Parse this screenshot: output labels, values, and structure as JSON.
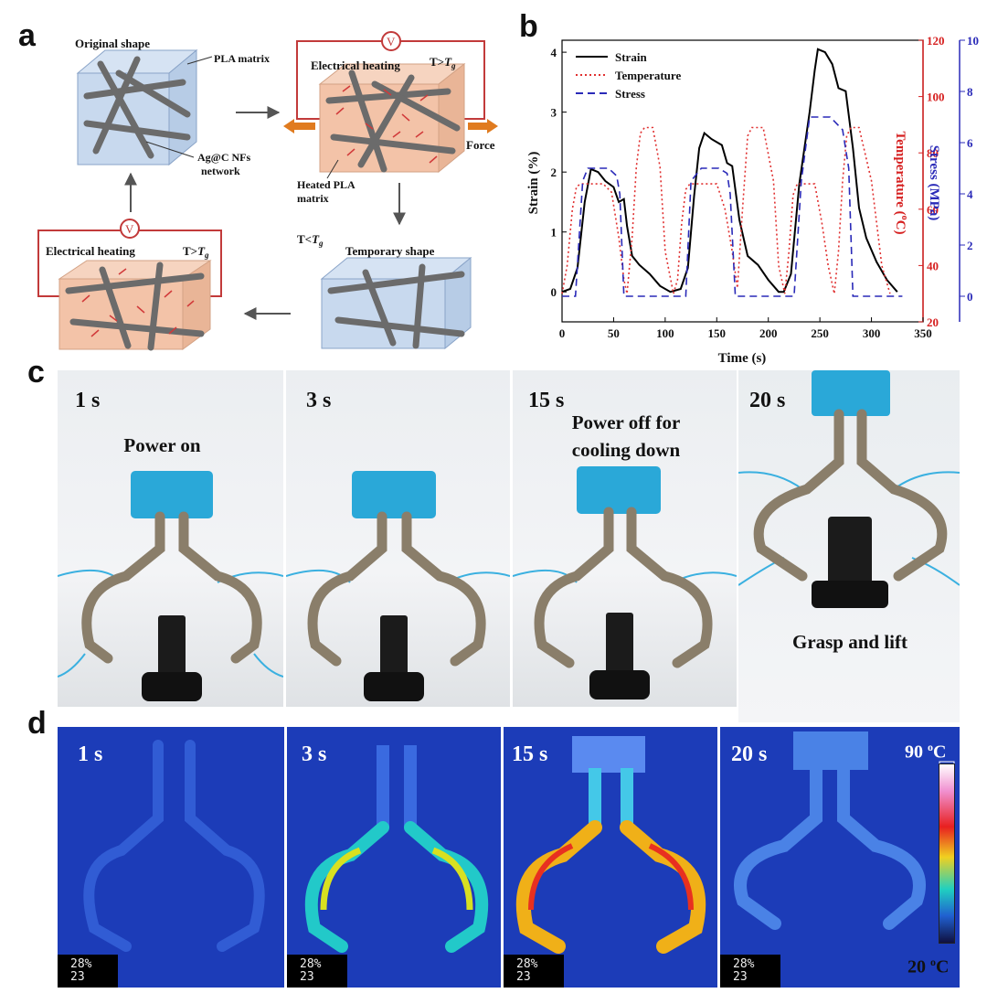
{
  "panel_labels": {
    "a": "a",
    "b": "b",
    "c": "c",
    "d": "d"
  },
  "schematic": {
    "original_shape": "Original shape",
    "pla_matrix": "PLA matrix",
    "agc_network_l1": "Ag@C NFs",
    "agc_network_l2": "network",
    "electrical_heating": "Electrical heating",
    "t_greater": "T>",
    "t_less": "T<",
    "tg": "T",
    "tg_sub": "g",
    "force": "Force",
    "heated_pla_l1": "Heated PLA",
    "heated_pla_l2": "matrix",
    "temporary_shape": "Temporary shape",
    "voltmeter": "V"
  },
  "chart_data": {
    "type": "line",
    "xlabel": "Time (s)",
    "ylabel_left": "Strain (%)",
    "ylabel_right1": "Temperature (",
    "ylabel_right1_sup": "o",
    "ylabel_right1_end": "C)",
    "ylabel_right2": "Stress (MPa)",
    "xlim": [
      0,
      350
    ],
    "ylim_left": [
      -0.5,
      4.2
    ],
    "ylim_temp": [
      20,
      120
    ],
    "ylim_stress": [
      -1,
      10
    ],
    "x_ticks": [
      "0",
      "50",
      "100",
      "150",
      "200",
      "250",
      "300",
      "350"
    ],
    "y_left_ticks": [
      "0",
      "1",
      "2",
      "3",
      "4"
    ],
    "y_temp_ticks": [
      "20",
      "40",
      "60",
      "80",
      "100",
      "120"
    ],
    "y_stress_ticks": [
      "0",
      "2",
      "4",
      "6",
      "8",
      "10"
    ],
    "legend_position": "top-left",
    "series": [
      {
        "name": "Strain",
        "color": "#000000",
        "style": "solid",
        "x": [
          0,
          8,
          15,
          22,
          28,
          35,
          42,
          50,
          55,
          60,
          63,
          68,
          75,
          85,
          95,
          105,
          115,
          122,
          128,
          133,
          138,
          145,
          155,
          160,
          165,
          172,
          180,
          190,
          200,
          210,
          215,
          222,
          230,
          240,
          245,
          248,
          255,
          262,
          268,
          275,
          282,
          288,
          295,
          305,
          315,
          325
        ],
        "y": [
          0,
          0.05,
          0.4,
          1.5,
          2.05,
          2.0,
          1.85,
          1.75,
          1.5,
          1.55,
          1.1,
          0.6,
          0.45,
          0.3,
          0.1,
          0,
          0.05,
          0.4,
          1.6,
          2.4,
          2.65,
          2.55,
          2.45,
          2.15,
          2.1,
          1.2,
          0.6,
          0.45,
          0.2,
          0,
          0,
          0.3,
          1.8,
          3.0,
          3.7,
          4.05,
          4.0,
          3.8,
          3.4,
          3.35,
          2.4,
          1.4,
          0.9,
          0.5,
          0.2,
          0
        ]
      },
      {
        "name": "Temperature",
        "color": "#e03030",
        "style": "dotted",
        "x": [
          0,
          5,
          10,
          14,
          18,
          40,
          48,
          55,
          60,
          63,
          68,
          72,
          76,
          80,
          88,
          95,
          100,
          108,
          112,
          116,
          120,
          124,
          150,
          158,
          165,
          170,
          175,
          180,
          184,
          195,
          205,
          210,
          216,
          220,
          224,
          228,
          232,
          245,
          252,
          258,
          264,
          268,
          272,
          276,
          280,
          288,
          300,
          310,
          318
        ],
        "y": [
          30,
          40,
          60,
          68,
          69,
          69,
          66,
          50,
          35,
          30,
          50,
          75,
          87,
          89,
          89,
          75,
          45,
          30,
          35,
          55,
          67,
          69,
          69,
          60,
          45,
          32,
          60,
          86,
          89,
          89,
          70,
          40,
          30,
          45,
          65,
          69,
          69,
          69,
          55,
          40,
          30,
          45,
          70,
          86,
          89,
          89,
          70,
          40,
          30
        ]
      },
      {
        "name": "Stress",
        "color": "#2a2ab8",
        "style": "dashed",
        "x": [
          0,
          13,
          20,
          25,
          45,
          53,
          56,
          60,
          95,
          105,
          110,
          120,
          125,
          135,
          152,
          160,
          163,
          168,
          200,
          210,
          215,
          225,
          232,
          240,
          260,
          272,
          278,
          282,
          330
        ],
        "y": [
          0,
          0,
          4.5,
          5,
          5,
          4.7,
          4,
          0,
          0,
          0,
          0,
          0,
          4.5,
          5,
          5,
          4.8,
          4,
          0,
          0,
          0,
          0,
          0,
          4.5,
          7,
          7,
          6.5,
          5,
          0,
          0
        ]
      }
    ]
  },
  "panel_c": {
    "frames": [
      {
        "time": "1 s",
        "caption_l1": "Power on",
        "caption_l2": ""
      },
      {
        "time": "3 s",
        "caption_l1": "",
        "caption_l2": ""
      },
      {
        "time": "15 s",
        "caption_l1": "Power off for",
        "caption_l2": "cooling down"
      },
      {
        "time": "20 s",
        "caption_l1": "Grasp and lift",
        "caption_l2": ""
      }
    ]
  },
  "panel_d": {
    "frames": [
      {
        "time": "1 s",
        "ovl_l1": "28%",
        "ovl_l2": "23"
      },
      {
        "time": "3 s",
        "ovl_l1": "28%",
        "ovl_l2": "23"
      },
      {
        "time": "15 s",
        "ovl_l1": "28%",
        "ovl_l2": "23"
      },
      {
        "time": "20 s",
        "ovl_l1": "28%",
        "ovl_l2": "23"
      }
    ],
    "scale_max": "90 ",
    "scale_min": "20 ",
    "scale_sup": "o",
    "scale_unit": "C"
  },
  "colors": {
    "heat": "#f3c3a8",
    "cool": "#c8d9ee",
    "wire": "#c23a3a",
    "arrow": "#e07b1f",
    "thermal_bg": "#1838b8"
  }
}
